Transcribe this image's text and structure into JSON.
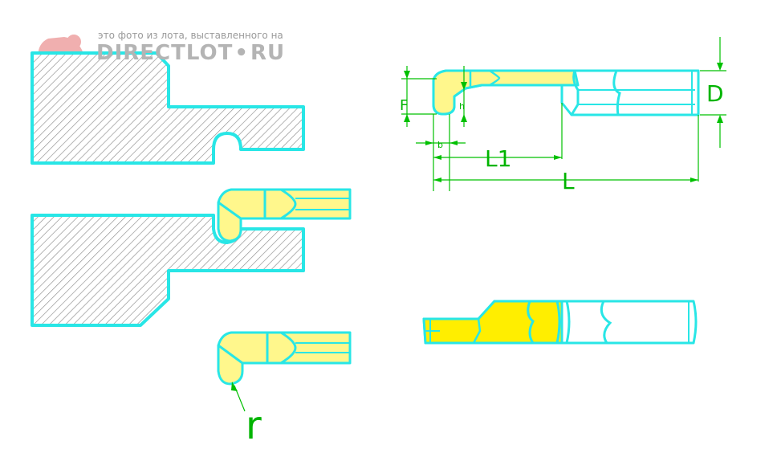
{
  "watermark": {
    "caption": "это фото из лота, выставленного на",
    "brand_left": "DIRECTLOT",
    "brand_dot": "•",
    "brand_right": "RU"
  },
  "labels": {
    "D": "D",
    "F": "F",
    "h": "h",
    "b": "b",
    "L1": "L1",
    "L": "L",
    "r": "r"
  },
  "colors": {
    "outline": "#28e6e6",
    "tool_fill": "#fff78c",
    "tool_fill_solid": "#ffee00",
    "dimension": "#00c000",
    "hatch": "#8c8c8c",
    "watermark": "#b4b4b4"
  },
  "icons": {
    "watermark_logo": "squirrel-logo-icon"
  }
}
